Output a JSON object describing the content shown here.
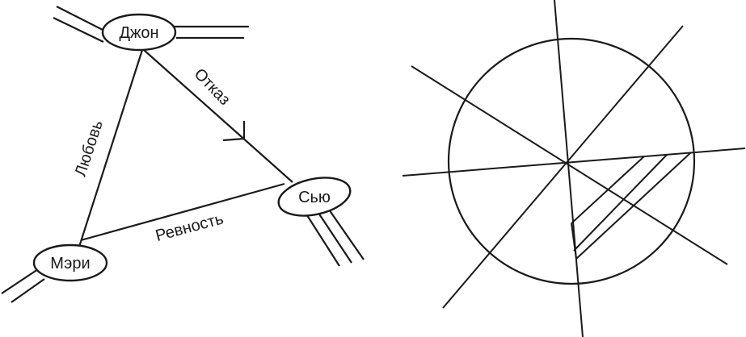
{
  "diagram": {
    "nodes": {
      "john": "Джон",
      "sue": "Сью",
      "mary": "Мэри"
    },
    "edges": {
      "john_sue": "Отказ",
      "john_mary": "Любовь",
      "mary_sue": "Ревность"
    },
    "line_color": "#1a1a1a",
    "background": "#ffffff"
  }
}
